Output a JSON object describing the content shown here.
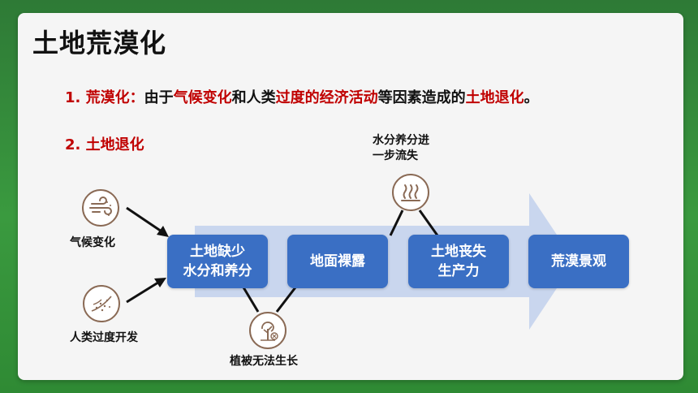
{
  "slide": {
    "title": "土地荒漠化",
    "definition": {
      "number": "1. ",
      "term": "荒漠化",
      "colon": "：",
      "p1": "由于",
      "h1": "气候变化",
      "p2": "和人类",
      "h2": "过度的经济活动",
      "p3": "等因素造成的",
      "h3": "土地退化",
      "p4": "。"
    },
    "subheading": "2. 土地退化"
  },
  "flow": {
    "steps": [
      {
        "label": "土地缺少\n水分和养分"
      },
      {
        "label": "地面裸露"
      },
      {
        "label": "土地丧失\n生产力"
      },
      {
        "label": "荒漠景观"
      }
    ],
    "causes": [
      {
        "label": "气候变化",
        "icon": "wind-icon"
      },
      {
        "label": "人类过度开发",
        "icon": "dust-icon"
      }
    ],
    "effects": [
      {
        "label": "水分养分进\n一步流失",
        "icon": "heat-waves-icon"
      },
      {
        "label": "植被无法生长",
        "icon": "withered-plant-icon"
      }
    ]
  },
  "colors": {
    "accent_red": "#c00000",
    "box_blue": "#3a6fc4",
    "arrow_band": "#c9d6ee",
    "icon_brown": "#8a6a55",
    "background_green": "#3a9a3f"
  }
}
